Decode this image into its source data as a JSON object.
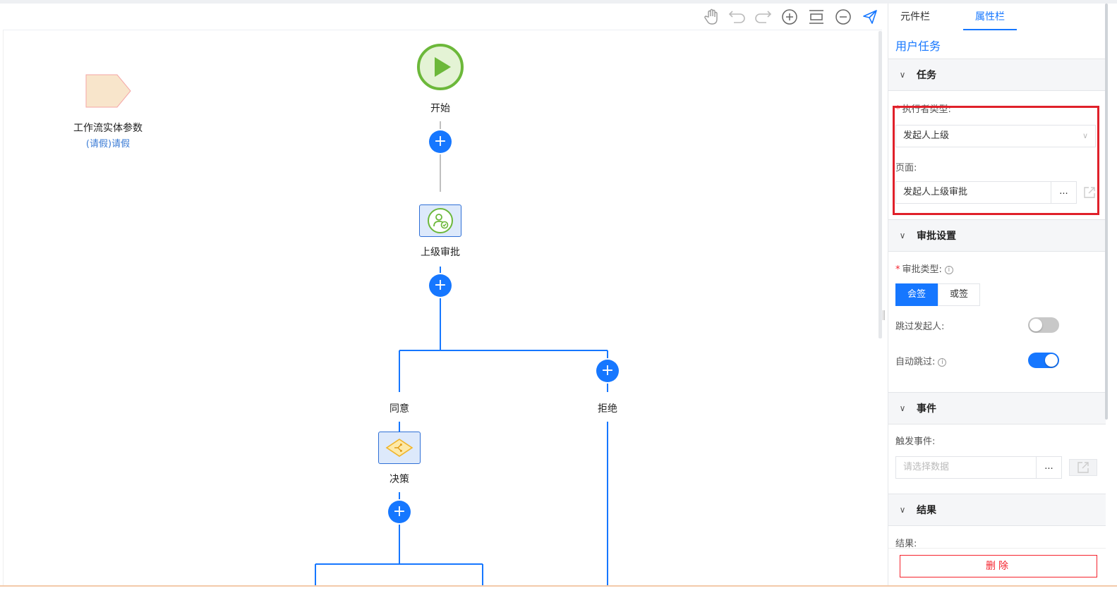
{
  "toolbar": {
    "icons": [
      "hand-icon",
      "undo-icon",
      "redo-icon",
      "zoom-in-icon",
      "fit-icon",
      "zoom-out-icon",
      "send-icon"
    ]
  },
  "flow": {
    "entity_param": {
      "title": "工作流实体参数",
      "link": "(请假)请假"
    },
    "nodes": {
      "start": "开始",
      "supervisor_approval": "上级审批",
      "agree": "同意",
      "reject": "拒绝",
      "decision": "决策"
    }
  },
  "panel": {
    "tabs": [
      "元件栏",
      "属性栏"
    ],
    "active_tab": "属性栏",
    "node_type": "用户任务",
    "sections": {
      "task": {
        "title": "任务",
        "executor_type_label": "执行者类型:",
        "executor_type_value": "发起人上级",
        "page_label": "页面:",
        "page_value": "发起人上级审批",
        "dots": "..."
      },
      "approval": {
        "title": "审批设置",
        "approval_type_label": "审批类型:",
        "options": [
          "会签",
          "或签"
        ],
        "selected": "会签",
        "skip_initiator_label": "跳过发起人:",
        "skip_initiator": false,
        "auto_skip_label": "自动跳过:",
        "auto_skip": true
      },
      "events": {
        "title": "事件",
        "trigger_label": "触发事件:",
        "trigger_placeholder": "请选择数据",
        "dots": "..."
      },
      "result": {
        "title": "结果",
        "result_label": "结果:"
      }
    },
    "delete_label": "删除"
  },
  "colors": {
    "accent": "#1677ff",
    "start_green": "#6cb83a",
    "danger": "#f5222d",
    "highlight": "#e0202a"
  }
}
